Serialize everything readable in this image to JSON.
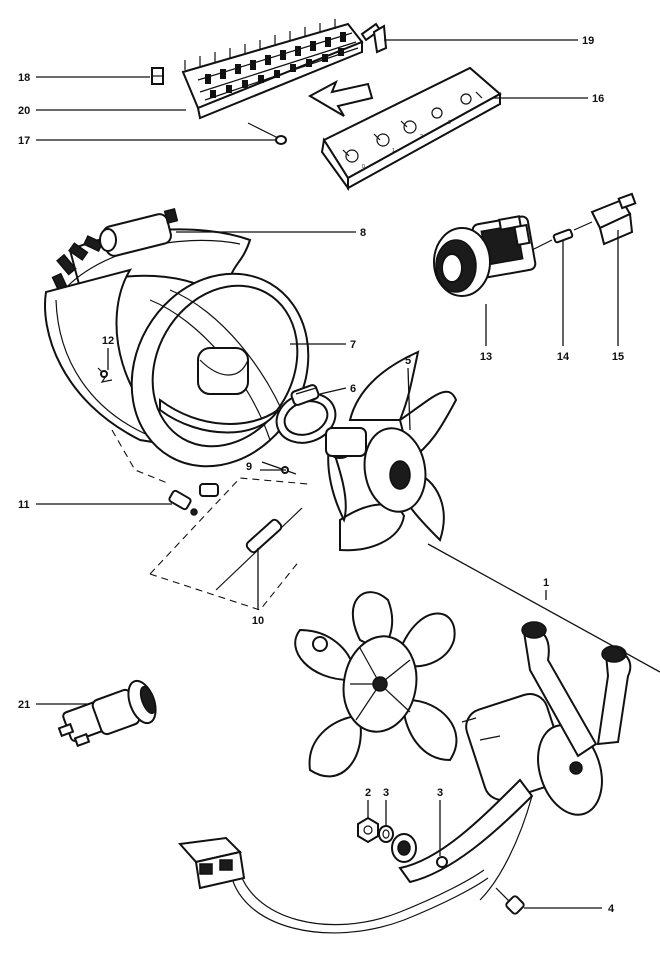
{
  "callouts": [
    "1",
    "2",
    "3",
    "3",
    "4",
    "5",
    "6",
    "7",
    "8",
    "9",
    "10",
    "11",
    "12",
    "13",
    "14",
    "15",
    "16",
    "17",
    "18",
    "19",
    "20",
    "21"
  ],
  "switch_panel_marks": [
    "0",
    "1",
    "2",
    "3"
  ],
  "colors": {
    "ink": "#111111",
    "paper": "#ffffff"
  }
}
